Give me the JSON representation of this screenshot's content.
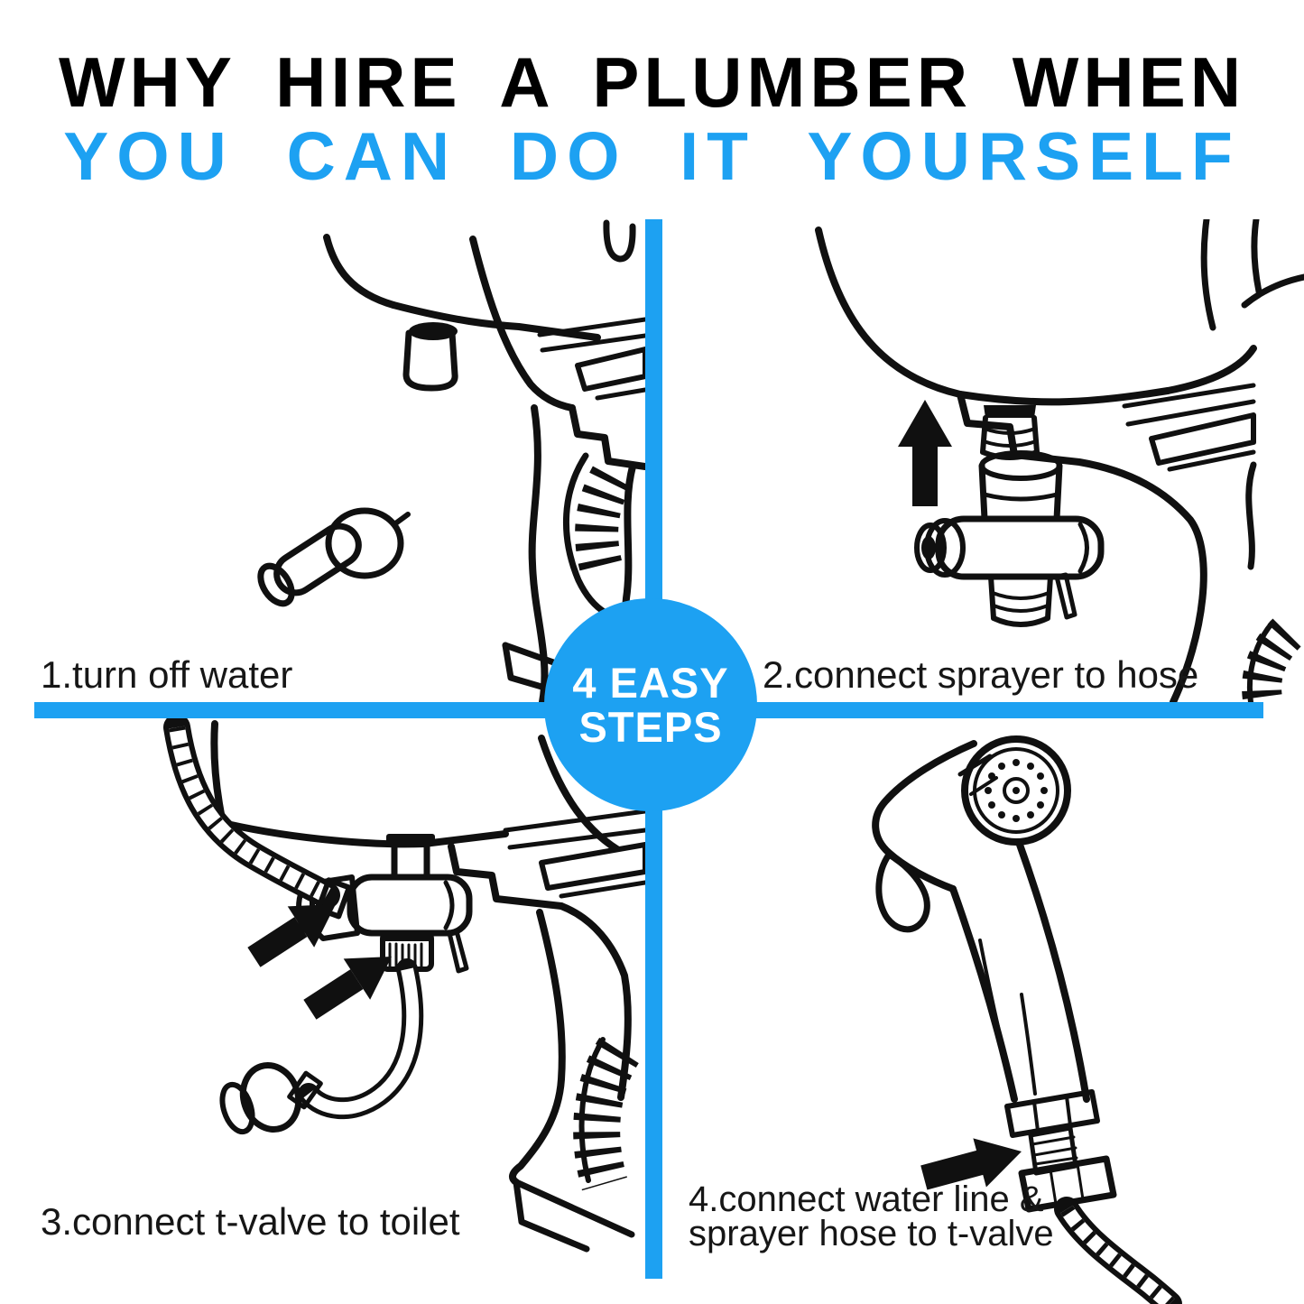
{
  "title": {
    "line1": "WHY HIRE A PLUMBER WHEN",
    "line2": "YOU CAN DO IT YOURSELF"
  },
  "badge": {
    "line1": "4 EASY",
    "line2": "STEPS"
  },
  "steps": {
    "step1": "1.turn off water",
    "step2": "2.connect sprayer to hose",
    "step3": "3.connect t-valve to toilet",
    "step4_line1": "4.connect water line &",
    "step4_line2": "sprayer hose to t-valve"
  },
  "colors": {
    "accent": "#1da1f2",
    "ink": "#101010",
    "title_black": "#000000",
    "badge_text": "#ffffff"
  }
}
